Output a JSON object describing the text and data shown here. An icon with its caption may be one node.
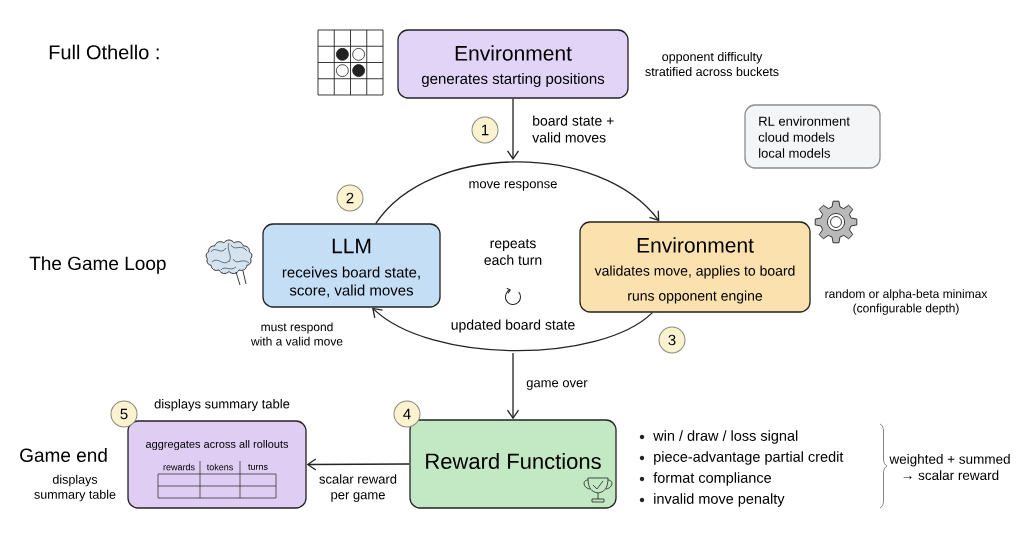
{
  "diagram": {
    "title": "Full Othello :",
    "nodes": [
      {
        "text": [
          "Environment",
          "generates starting positions"
        ],
        "beside": [
          "opponent difficulty stratified across buckets"
        ]
      },
      {
        "text": [
          "RL environment",
          "cloud models",
          "local models"
        ]
      },
      {
        "text": [
          "LLM",
          "receives board state, score, valid moves"
        ],
        "beside": [
          "must respond with a valid move"
        ]
      },
      {
        "text": [
          "Environment",
          "validates move, applies to board",
          "runs opponent engine"
        ],
        "beside": [
          "random or alpha-beta minimax (configurable depth)"
        ]
      },
      {
        "text": [
          "aggregates across all rollouts"
        ],
        "beside": [
          "displays summary table"
        ]
      },
      {
        "text": [
          "Reward Functions"
        ],
        "beside": [
          "win / draw / loss signal",
          "piece-advantage partial credit",
          "format compliance",
          "invalid move penalty"
        ]
      }
    ],
    "edges": [
      {
        "from": 0,
        "to": null,
        "arrow": "to",
        "label": "board state + valid moves"
      },
      {
        "from": 2,
        "to": 3,
        "arrow": "to",
        "label": "move response"
      },
      {
        "from": 3,
        "to": 2,
        "arrow": "to",
        "label": "updated board state"
      },
      {
        "from": null,
        "to": 5,
        "arrow": "to",
        "label": "game over"
      },
      {
        "from": 5,
        "to": 4,
        "arrow": "to",
        "label": "scalar reward per game"
      }
    ],
    "labels": [
      "1",
      "2",
      "The Game Loop",
      "repeats each turn",
      "3",
      "5",
      "4",
      "Game end",
      "displays summary table",
      "rewards",
      "tokens",
      "turns",
      "weighted + summed → scalar reward"
    ]
  }
}
